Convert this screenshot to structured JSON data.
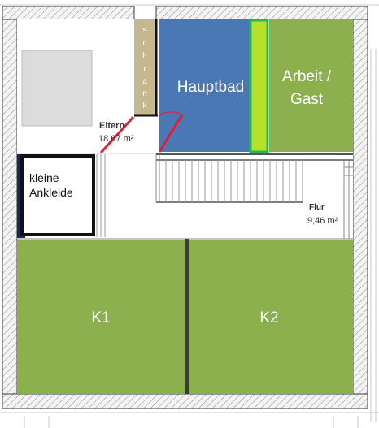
{
  "plan": {
    "rooms": {
      "hauptbad": {
        "label": "Hauptbad",
        "color": "#4a78b4"
      },
      "arbeit": {
        "line1": "Arbeit /",
        "line2": "Gast",
        "color": "#8db04f"
      },
      "k1": {
        "label": "K1",
        "color": "#8db04f"
      },
      "k2": {
        "label": "K2",
        "color": "#8db04f"
      },
      "ankleide": {
        "line1": "kleine",
        "line2": "Ankleide"
      },
      "schrank": {
        "label": "schrank",
        "color": "#c5b88f"
      },
      "eltern": {
        "label": "Eltern",
        "area": "18,67 m²"
      },
      "flur": {
        "label": "Flur",
        "area": "9,46 m²"
      }
    },
    "colors": {
      "wall": "#3a3a3a",
      "hatch": "#a8a8a8",
      "lime_strip": "#b8e02a",
      "lime_border": "#27b84c",
      "door": "#e0202a",
      "ankleide_border": "#1a2a4a"
    }
  }
}
